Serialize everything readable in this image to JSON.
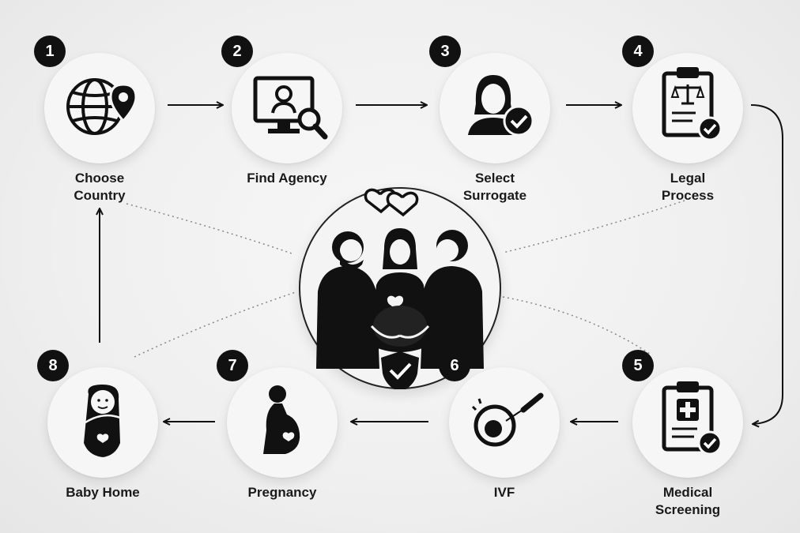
{
  "steps": [
    {
      "number": "1",
      "label_lines": [
        "Choose",
        "Country"
      ],
      "icon": "globe-location-icon"
    },
    {
      "number": "2",
      "label_lines": [
        "Find Agency"
      ],
      "icon": "computer-search-icon"
    },
    {
      "number": "3",
      "label_lines": [
        "Select",
        "Surrogate"
      ],
      "icon": "woman-check-icon"
    },
    {
      "number": "4",
      "label_lines": [
        "Legal",
        "Process"
      ],
      "icon": "clipboard-scales-icon"
    },
    {
      "number": "5",
      "label_lines": [
        "Medical",
        "Screening"
      ],
      "icon": "clipboard-medical-icon"
    },
    {
      "number": "6",
      "label_lines": [
        "IVF"
      ],
      "icon": "egg-injection-icon"
    },
    {
      "number": "7",
      "label_lines": [
        "Pregnancy"
      ],
      "icon": "pregnant-woman-icon"
    },
    {
      "number": "8",
      "label_lines": [
        "Baby Home"
      ],
      "icon": "swaddled-baby-icon"
    }
  ],
  "center": {
    "icons": [
      "hearts-icon",
      "family-icon",
      "shield-check-icon"
    ]
  }
}
